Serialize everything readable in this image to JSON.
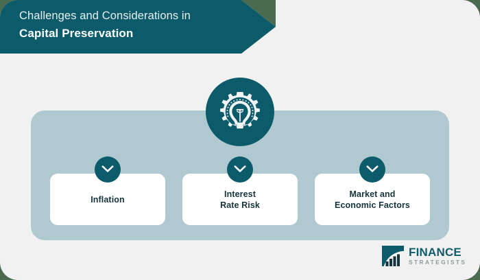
{
  "header": {
    "line1": "Challenges and Considerations in",
    "line2": "Capital Preservation"
  },
  "emblem": {
    "icon": "gear-lightbulb-icon"
  },
  "cards": [
    {
      "label": "Inflation",
      "badge_icon": "chevron-down-icon"
    },
    {
      "label": "Interest\nRate Risk",
      "badge_icon": "chevron-down-icon"
    },
    {
      "label": "Market and\nEconomic Factors",
      "badge_icon": "chevron-down-icon"
    }
  ],
  "brand": {
    "name": "FINANCE",
    "tagline": "STRATEGISTS",
    "mark_icon": "finance-strategists-bar-chart-icon"
  },
  "colors": {
    "teal": "#0c5b6b",
    "panel_blue": "#b0c9d1",
    "page_background": "#f1f1f1",
    "outer_background": "#4a6b4f",
    "card_white": "#ffffff",
    "card_text": "#15343c",
    "brand_sub": "#8d9a9d"
  }
}
